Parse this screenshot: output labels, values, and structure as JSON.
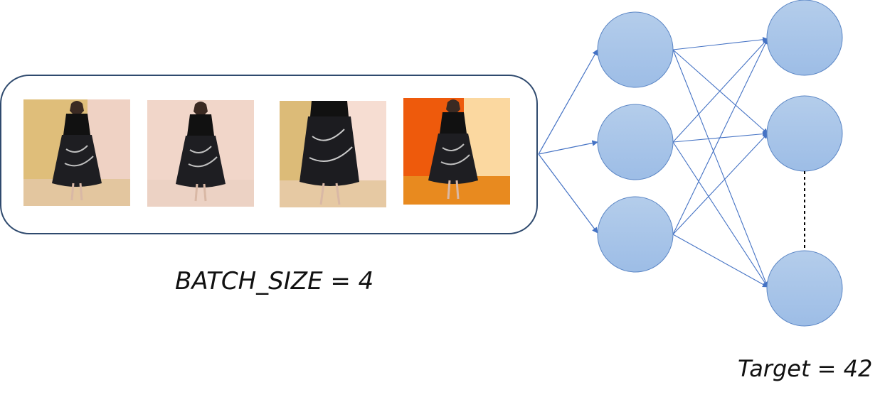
{
  "batch": {
    "label": "BATCH_SIZE = 4",
    "images": [
      {
        "name": "model-photo-1",
        "background": "#dfbe7a",
        "wall": "#efd2c4"
      },
      {
        "name": "model-photo-2",
        "background": "#f1d6c9",
        "wall": "#f4dccf"
      },
      {
        "name": "model-photo-3",
        "background": "#dcbb78",
        "wall": "#f6ddd2"
      },
      {
        "name": "model-photo-4",
        "background": "#ee5a0c",
        "wall": "#fbd8a0"
      }
    ]
  },
  "network": {
    "target_label": "Target = 42",
    "node_color": "#a9c6ea",
    "edge_color": "#4472c4"
  }
}
